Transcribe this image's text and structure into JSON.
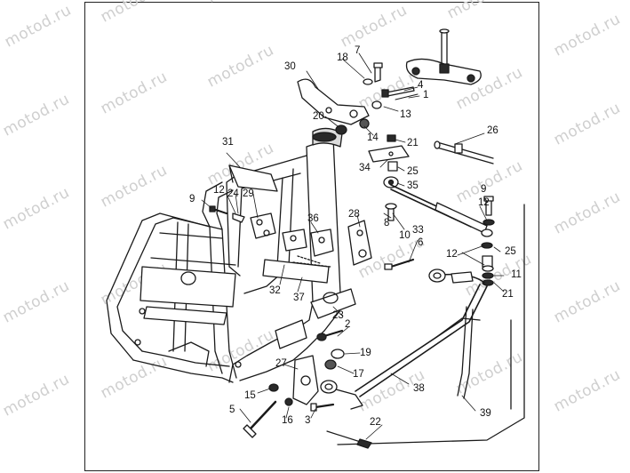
{
  "watermark": "motod.ru",
  "callouts": [
    "1",
    "2",
    "3",
    "4",
    "5",
    "6",
    "7",
    "8",
    "9",
    "10",
    "11",
    "12",
    "13",
    "14",
    "15",
    "16",
    "17",
    "18",
    "19",
    "20",
    "21",
    "22",
    "23",
    "24",
    "25",
    "26",
    "27",
    "28",
    "29",
    "30",
    "31",
    "32",
    "33",
    "34",
    "35",
    "36",
    "37",
    "38",
    "39"
  ]
}
